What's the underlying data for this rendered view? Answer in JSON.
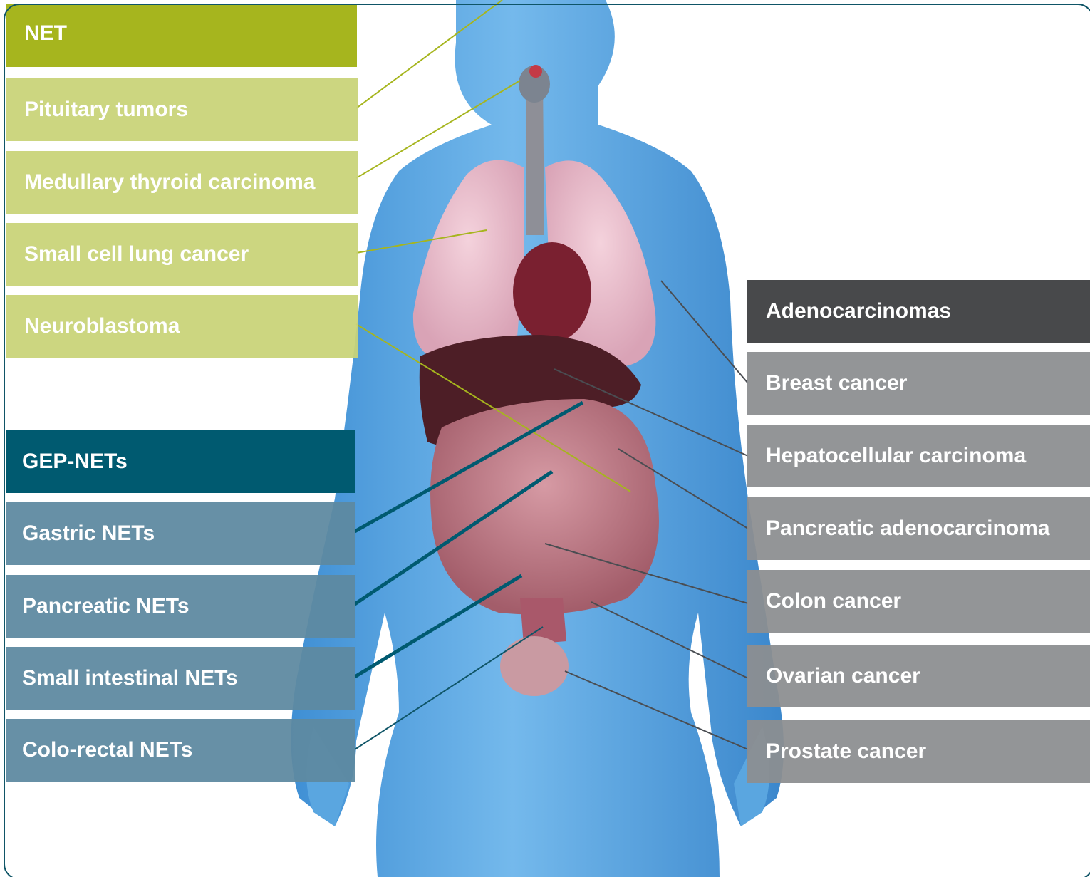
{
  "net": {
    "title": "NET",
    "items": [
      "Pituitary tumors",
      "Medullary thyroid carcinoma",
      "Small cell lung cancer",
      "Neuroblastoma"
    ]
  },
  "gep": {
    "title": "GEP-NETs",
    "items": [
      "Gastric NETs",
      "Pancreatic NETs",
      "Small intestinal NETs",
      "Colo-rectal NETs"
    ]
  },
  "adeno": {
    "title": "Adenocarcinomas",
    "items": [
      "Breast cancer",
      "Hepatocellular carcinoma",
      "Pancreatic adenocarcinoma",
      "Colon cancer",
      "Ovarian cancer",
      "Prostate cancer"
    ]
  },
  "colors": {
    "net_header": "#a6b51e",
    "net_item": "#c9d378",
    "gep_header": "#005a70",
    "gep_item": "#5e89a0",
    "adeno_header": "#48494b",
    "adeno_item": "#8c8e91",
    "body": "#5aa6e0",
    "frame": "#0f5567"
  }
}
